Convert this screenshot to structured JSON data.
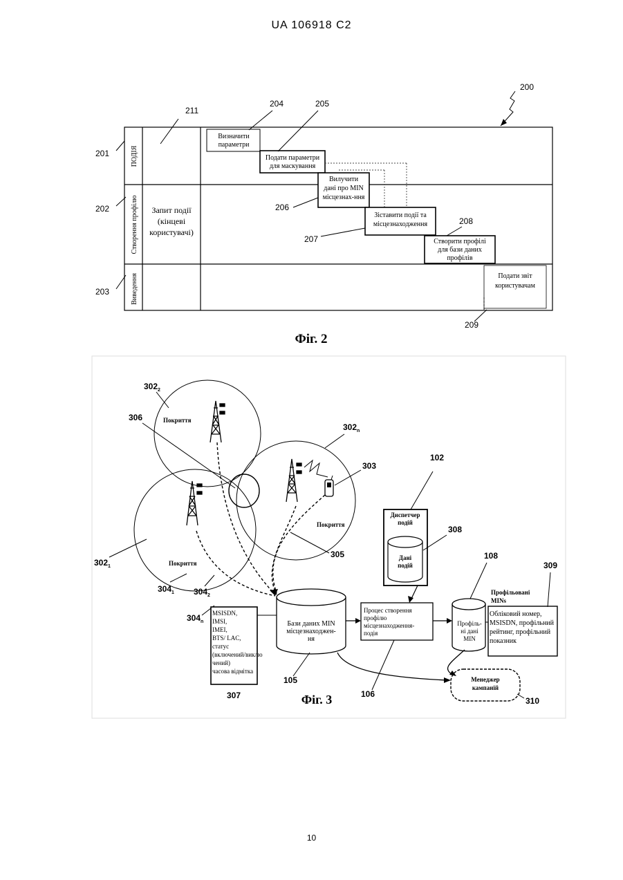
{
  "header": "UA   106918   C2",
  "page_number": "10",
  "fig2": {
    "caption": "Фіг. 2",
    "ref_main": "200",
    "lanes": [
      {
        "ref": "201",
        "label": "ПОДІЯ"
      },
      {
        "ref": "202",
        "label": "Створення профілю"
      },
      {
        "ref": "203",
        "label": "Виведення"
      }
    ],
    "request": {
      "ref": "211",
      "lines": [
        "Запит події",
        "(кінцеві",
        "користувачі)"
      ]
    },
    "steps": [
      {
        "ref": "204",
        "lines": [
          "Визначити",
          "параметри"
        ]
      },
      {
        "ref": "205",
        "lines": [
          "Подати параметри",
          "для маскування"
        ]
      },
      {
        "ref": "206",
        "lines": [
          "Вилучити",
          "дані про MIN",
          "місцезнах-ння"
        ]
      },
      {
        "ref": "207",
        "lines": [
          "Зіставити події та",
          "місцезнаходження"
        ]
      },
      {
        "ref": "208",
        "lines": [
          "Створити профілі",
          "для бази даних",
          "профілів"
        ]
      },
      {
        "ref": "209",
        "lines": [
          "Подати звіт",
          "користувачам"
        ]
      }
    ]
  },
  "fig3": {
    "caption": "Фіг. 3",
    "coverage_label": "Покриття",
    "refs": {
      "cell_2": "302",
      "cell_2_sub": "2",
      "cell_n": "302",
      "cell_n_sub": "n",
      "cell_1": "302",
      "cell_1_sub": "1",
      "overlap": "306",
      "mobile": "303",
      "link_1": "304",
      "link_1_sub": "1",
      "link_2": "304",
      "link_2_sub": "2",
      "link_n": "304",
      "link_n_sub": "n",
      "link_305": "305",
      "db": "105",
      "record": "307",
      "dispatcher": "102",
      "event_data": "308",
      "process": "106",
      "profile_db": "108",
      "profiled": "309",
      "campaign": "310"
    },
    "record_lines": [
      "MSISDN,",
      "IMSI,",
      "IMEI,",
      "BTS/ LAC,",
      "статус",
      "(включений/виклю",
      "чений)",
      "часова відмітка"
    ],
    "db_lines": [
      "Бази даних MIN",
      "місцезнаходжен-",
      "ня"
    ],
    "dispatcher_lines": [
      "Диспетчер",
      "подій"
    ],
    "event_data_lines": [
      "Дані",
      "подій"
    ],
    "process_lines": [
      "Процес створення",
      "профілю",
      "місцезнаходження-",
      "подія"
    ],
    "profile_db_lines": [
      "Профіль-",
      "ні дані",
      "MIN"
    ],
    "profiled_title": [
      "Профільовані",
      "MINs"
    ],
    "profiled_lines": [
      "Обліковий номер,",
      "MSISDN, профільний",
      "рейтинг, профільний",
      "показник"
    ],
    "campaign_lines": [
      "Менеджер",
      "кампаній"
    ]
  }
}
